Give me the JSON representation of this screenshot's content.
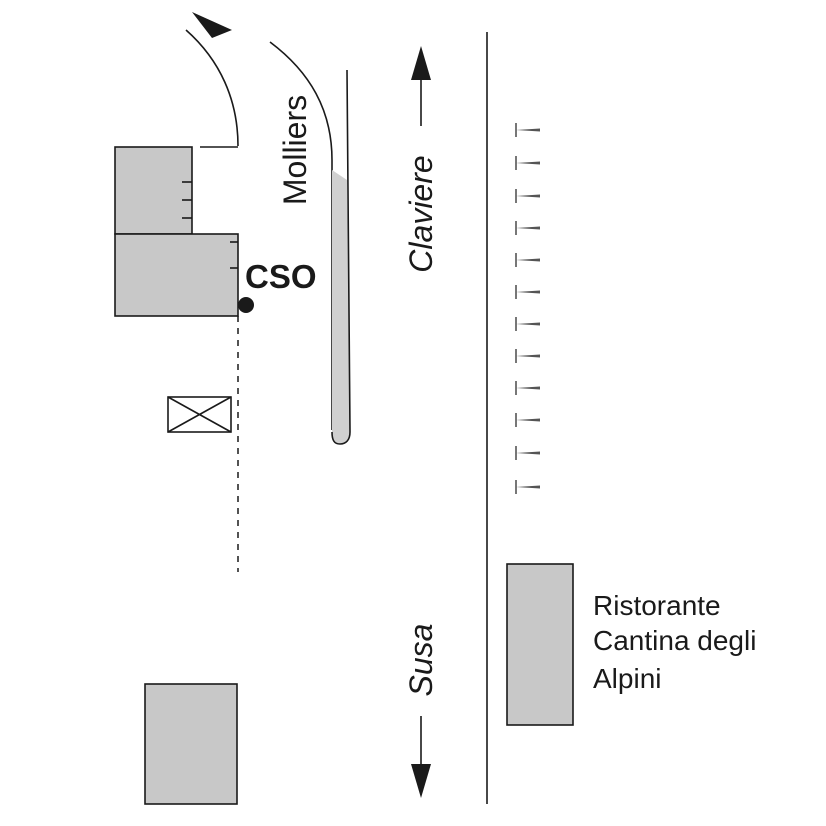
{
  "labels": {
    "road_molliers": "Molliers",
    "dir_claviere": "Claviere",
    "dir_susa": "Susa",
    "cso": "CSO",
    "restaurant_line1": "Ristorante",
    "restaurant_line2": "Cantina degli",
    "restaurant_line3": "Alpini"
  },
  "colors": {
    "building_fill": "#c8c8c8",
    "median_fill": "#d0d0d0",
    "ink": "#1a1a1a"
  }
}
